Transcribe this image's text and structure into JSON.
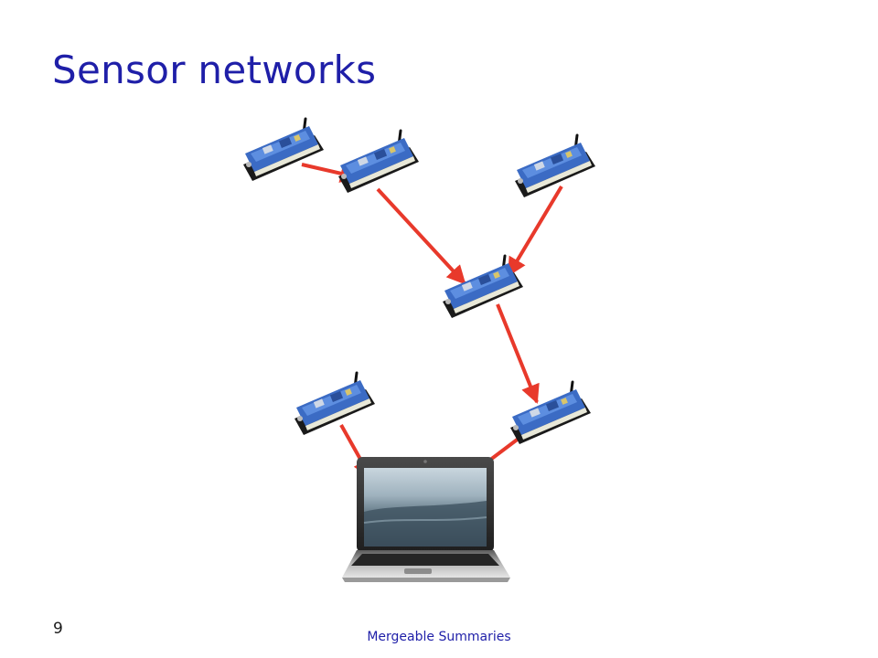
{
  "slide": {
    "title": "Sensor networks",
    "page_number": "9",
    "footer": "Mergeable Summaries"
  },
  "colors": {
    "title": "#1f1fa8",
    "arrow": "#e8392b",
    "sensor_board": "#3b6bc4",
    "laptop_body": "#3a3a3a"
  },
  "diagram": {
    "nodes": [
      {
        "id": "sensor-1",
        "type": "sensor"
      },
      {
        "id": "sensor-2",
        "type": "sensor"
      },
      {
        "id": "sensor-3",
        "type": "sensor"
      },
      {
        "id": "sensor-4",
        "type": "sensor"
      },
      {
        "id": "sensor-5",
        "type": "sensor"
      },
      {
        "id": "sensor-6",
        "type": "sensor"
      },
      {
        "id": "laptop",
        "type": "base-station-laptop"
      }
    ],
    "edges": [
      {
        "from": "sensor-1",
        "to": "sensor-2"
      },
      {
        "from": "sensor-2",
        "to": "sensor-4"
      },
      {
        "from": "sensor-3",
        "to": "sensor-4"
      },
      {
        "from": "sensor-4",
        "to": "sensor-6"
      },
      {
        "from": "sensor-5",
        "to": "laptop"
      },
      {
        "from": "sensor-6",
        "to": "laptop"
      }
    ]
  }
}
